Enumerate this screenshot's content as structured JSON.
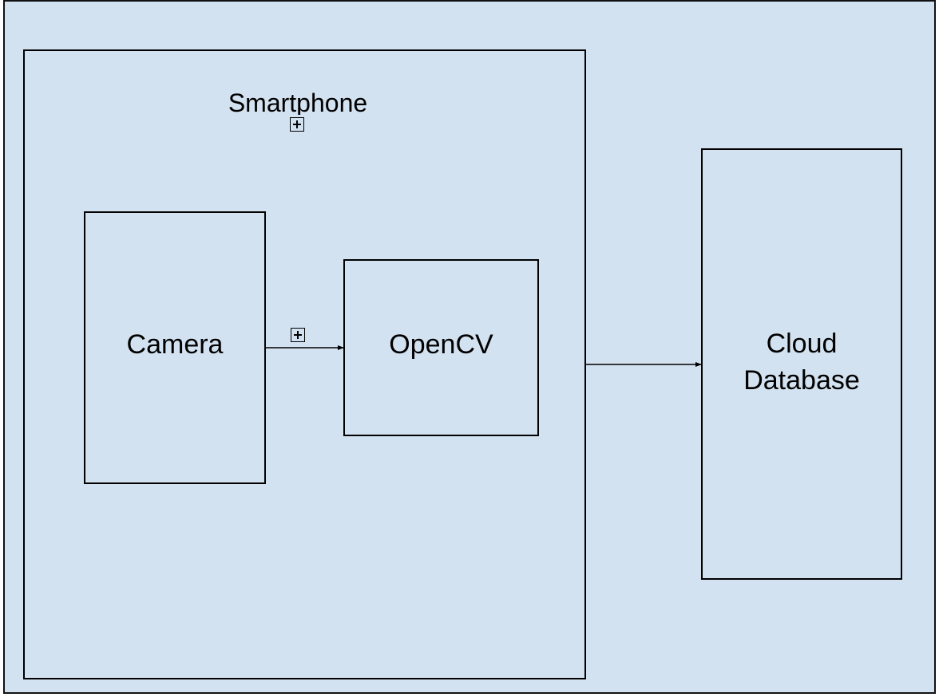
{
  "diagram": {
    "background_color": "#d3e2f0",
    "line_color": "#000000",
    "containers": [
      {
        "id": "smartphone",
        "label": "Smartphone"
      }
    ],
    "nodes": [
      {
        "id": "camera",
        "label": "Camera"
      },
      {
        "id": "opencv",
        "label": "OpenCV"
      },
      {
        "id": "cloud_database",
        "label_lines": [
          "Cloud",
          "Database"
        ]
      }
    ],
    "edges": [
      {
        "from": "camera",
        "to": "opencv",
        "icon": "expand-icon"
      },
      {
        "from": "smartphone",
        "to": "cloud_database"
      }
    ],
    "icons": {
      "smartphone_expand": "expand-icon",
      "camera_edge_expand": "expand-icon"
    }
  }
}
